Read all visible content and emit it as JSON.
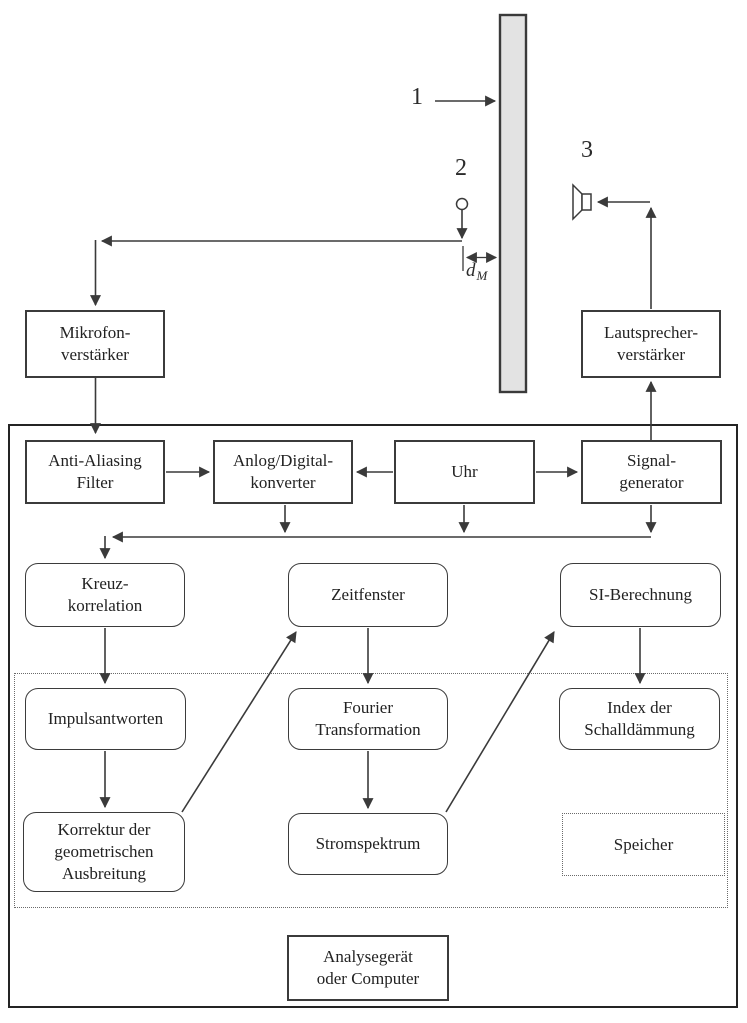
{
  "scene": {
    "wall_label": "1",
    "mic_label": "2",
    "speaker_label": "3",
    "distance_symbol": "d",
    "distance_subscript": "M"
  },
  "boxes": {
    "mic_amp": "Mikrofon-\nverstärker",
    "speaker_amp": "Lautsprecher-\nverstärker",
    "anti_aliasing": "Anti-Aliasing\nFilter",
    "ad_converter": "Anlog/Digital-\nkonverter",
    "clock": "Uhr",
    "signal_generator": "Signal-\ngenerator",
    "cross_correlation": "Kreuz-\nkorrelation",
    "time_window": "Zeitfenster",
    "si_calculation": "SI-Berechnung",
    "impulse_responses": "Impulsantworten",
    "fourier_transformation": "Fourier\nTransformation",
    "insulation_index": "Index der\nSchalldämmung",
    "geometric_correction": "Korrektur der\ngeometrischen\nAusbreitung",
    "power_spectrum": "Stromspektrum",
    "storage": "Speicher",
    "analyzer": "Analysegerät\noder Computer"
  },
  "icons": {
    "microphone": "microphone-icon",
    "loudspeaker": "loudspeaker-icon",
    "wall": "wall-panel"
  },
  "colors": {
    "line": "#3a3a3a",
    "box_border": "#3b3b3b",
    "wall_fill": "#e3e3e3",
    "background": "#ffffff",
    "text": "#222222"
  }
}
